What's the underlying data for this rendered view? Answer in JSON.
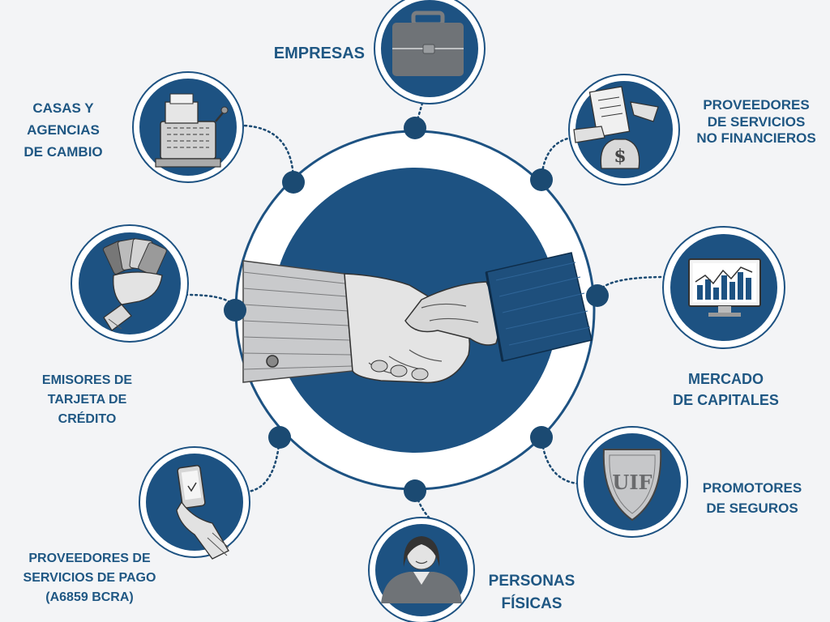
{
  "colors": {
    "primary": "#1d5282",
    "dot": "#1b4a72",
    "label": "#1f5783",
    "background": "#f3f4f6",
    "icon_bg": "#1d5282",
    "gray": "#6f7377"
  },
  "center": {
    "icon": "handshake-icon"
  },
  "nodes": [
    {
      "id": "empresas",
      "icon": "briefcase-icon",
      "lines": [
        "EMPRESAS"
      ]
    },
    {
      "id": "proveedores-servicios-no-financieros",
      "icon": "money-bag-exchange-icon",
      "lines": [
        "PROVEEDORES",
        "DE SERVICIOS",
        "NO FINANCIEROS"
      ]
    },
    {
      "id": "mercado-de-capitales",
      "icon": "stock-chart-monitor-icon",
      "lines": [
        "MERCADO",
        "DE CAPITALES"
      ]
    },
    {
      "id": "promotores-de-seguros",
      "icon": "shield-icon",
      "shield_text": "UIF",
      "lines": [
        "PROMOTORES",
        "DE SEGUROS"
      ]
    },
    {
      "id": "personas-fisicas",
      "icon": "person-icon",
      "lines": [
        "PERSONAS",
        "FÍSICAS"
      ]
    },
    {
      "id": "proveedores-servicios-de-pago",
      "icon": "smartphone-hand-icon",
      "lines": [
        "PROVEEDORES DE",
        "SERVICIOS DE PAGO",
        "(A6859 BCRA)"
      ]
    },
    {
      "id": "emisores-de-tarjeta-de-credito",
      "icon": "credit-cards-hand-icon",
      "lines": [
        "EMISORES DE",
        "TARJETA DE",
        "CRÉDITO"
      ]
    },
    {
      "id": "casas-y-agencias-de-cambio",
      "icon": "cash-register-icon",
      "lines": [
        "CASAS Y",
        "AGENCIAS",
        "DE CAMBIO"
      ]
    }
  ]
}
